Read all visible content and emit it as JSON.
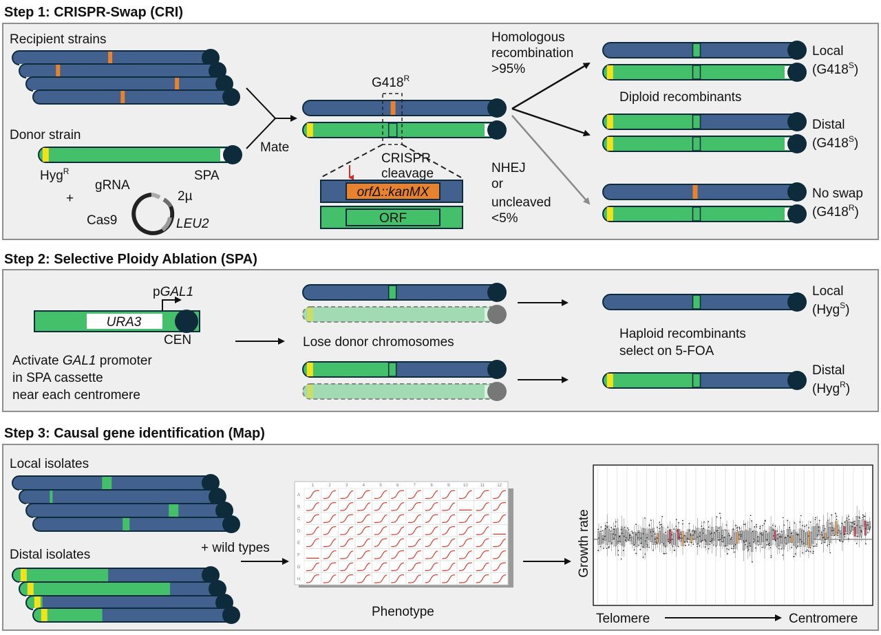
{
  "colors": {
    "chrom_blue": "#42618f",
    "chrom_green": "#44c06a",
    "centromere": "#0d2b3a",
    "orange_marker": "#e8822f",
    "yellow_marker": "#f2e21a",
    "panel_bg": "#efefef",
    "red_curve": "#e23a2a",
    "arrow_gray": "#8a8a8a"
  },
  "step1": {
    "title": "Step 1: CRISPR-Swap (CRI)",
    "recipient_label": "Recipient strains",
    "donor_label": "Donor strain",
    "hyg_label": "Hyg",
    "hyg_sup": "R",
    "spa_label": "SPA",
    "plus": "+",
    "grna": "gRNA",
    "two_micron": "2µ",
    "cas9": "Cas9",
    "leu2": "LEU2",
    "mate": "Mate",
    "g418_label": "G418",
    "g418_sup": "R",
    "crispr_line1": "CRISPR",
    "crispr_line2": "cleavage",
    "orf_del_prefix": "orf",
    "orf_del_suffix": "Δ::kanMX",
    "orf": "ORF",
    "hr_line1": "Homologous",
    "hr_line2": "recombination",
    "hr_line3": ">95%",
    "nhej_line1": "NHEJ",
    "nhej_line2": "or",
    "nhej_line3": "uncleaved",
    "nhej_line4": "<5%",
    "diploid_label": "Diploid recombinants",
    "outcomes": [
      {
        "name": "Local",
        "marker": "G418",
        "sup": "S"
      },
      {
        "name": "Distal",
        "marker": "G418",
        "sup": "S"
      },
      {
        "name": "No swap",
        "marker": "G418",
        "sup": "R"
      }
    ]
  },
  "step2": {
    "title": "Step 2: Selective Ploidy Ablation (SPA)",
    "pgal_prefix": "p",
    "pgal_gene": "GAL1",
    "ura3": "URA3",
    "cen": "CEN",
    "activate_prefix": "Activate ",
    "activate_gene": "GAL1",
    "activate_suffix": " promoter",
    "activate_line2": "in SPA cassette",
    "activate_line3": "near each centromere",
    "lose_donor": "Lose donor chromosomes",
    "haploid_line1": "Haploid recombinants",
    "haploid_line2": "select on 5-FOA",
    "outcomes": [
      {
        "name": "Local",
        "marker": "Hyg",
        "sup": "S"
      },
      {
        "name": "Distal",
        "marker": "Hyg",
        "sup": "R"
      }
    ]
  },
  "step3": {
    "title": "Step 3: Causal gene identification (Map)",
    "local_isolates": "Local isolates",
    "distal_isolates": "Distal isolates",
    "wild_types": "+ wild types",
    "phenotype": "Phenotype",
    "plate_cols": [
      "1",
      "2",
      "3",
      "4",
      "5",
      "6",
      "7",
      "8",
      "9",
      "10",
      "11",
      "12"
    ],
    "plate_rows": [
      "A",
      "B",
      "C",
      "D",
      "E",
      "F",
      "G",
      "H"
    ],
    "growth_rate": "Growth rate",
    "telomere": "Telomere",
    "centromere": "Centromere"
  }
}
